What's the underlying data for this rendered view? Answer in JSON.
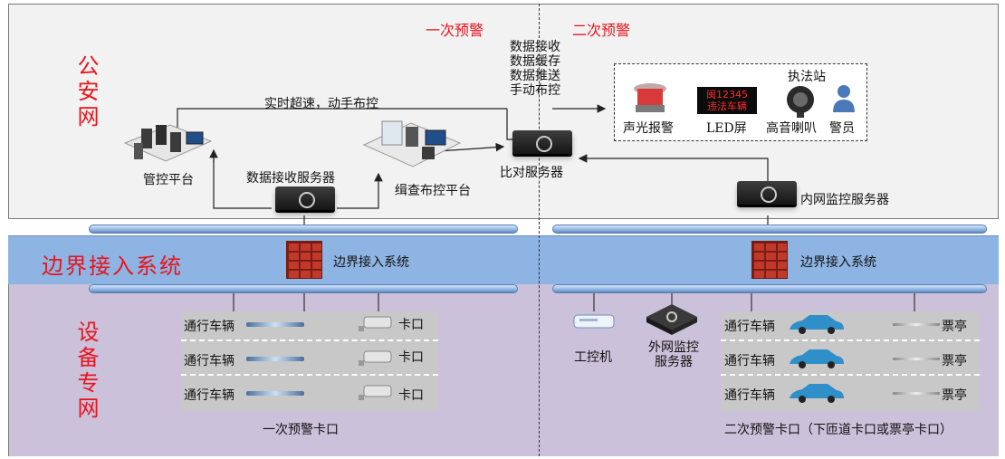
{
  "zones": {
    "top_title": "公安网",
    "mid_title": "边界接入系统",
    "bottom_title": "设备专网"
  },
  "phases": {
    "first": "一次预警",
    "second": "二次预警"
  },
  "top": {
    "link_label": "实时超速，动手布控",
    "control_platform": "管控平台",
    "data_receive_server": "数据接收服务器",
    "investigate_platform": "缉查布控平台",
    "compare_server": "比对服务器",
    "compare_functions": [
      "数据接收",
      "数据缓存",
      "数据推送",
      "手动布控"
    ],
    "intranet_monitor_server": "内网监控服务器",
    "enforcement": {
      "title": "执法站",
      "alarm": "声光报警",
      "led_screen": "LED屏",
      "led_text": [
        "闽12345",
        "违法车辆"
      ],
      "loudspeaker": "高音喇叭",
      "police": "警员"
    }
  },
  "boundary": {
    "left_label": "边界接入系统",
    "right_label": "边界接入系统"
  },
  "bottom_left": {
    "lanes": [
      {
        "vehicle": "通行车辆",
        "device": "卡口"
      },
      {
        "vehicle": "通行车辆",
        "device": "卡口"
      },
      {
        "vehicle": "通行车辆",
        "device": "卡口"
      }
    ],
    "caption": "一次预警卡口"
  },
  "bottom_right": {
    "ipc": "工控机",
    "extranet_server": [
      "外网监控",
      "服务器"
    ],
    "lanes": [
      {
        "vehicle": "通行车辆",
        "device": "票亭"
      },
      {
        "vehicle": "通行车辆",
        "device": "票亭"
      },
      {
        "vehicle": "通行车辆",
        "device": "票亭"
      }
    ],
    "caption": "二次预警卡口（下匝道卡口或票亭卡口）"
  },
  "colors": {
    "title_red": "#e8141c",
    "top_zone": "#f2f2f2",
    "boundary_zone": "#8db4e2",
    "device_zone": "#ccc1da"
  }
}
